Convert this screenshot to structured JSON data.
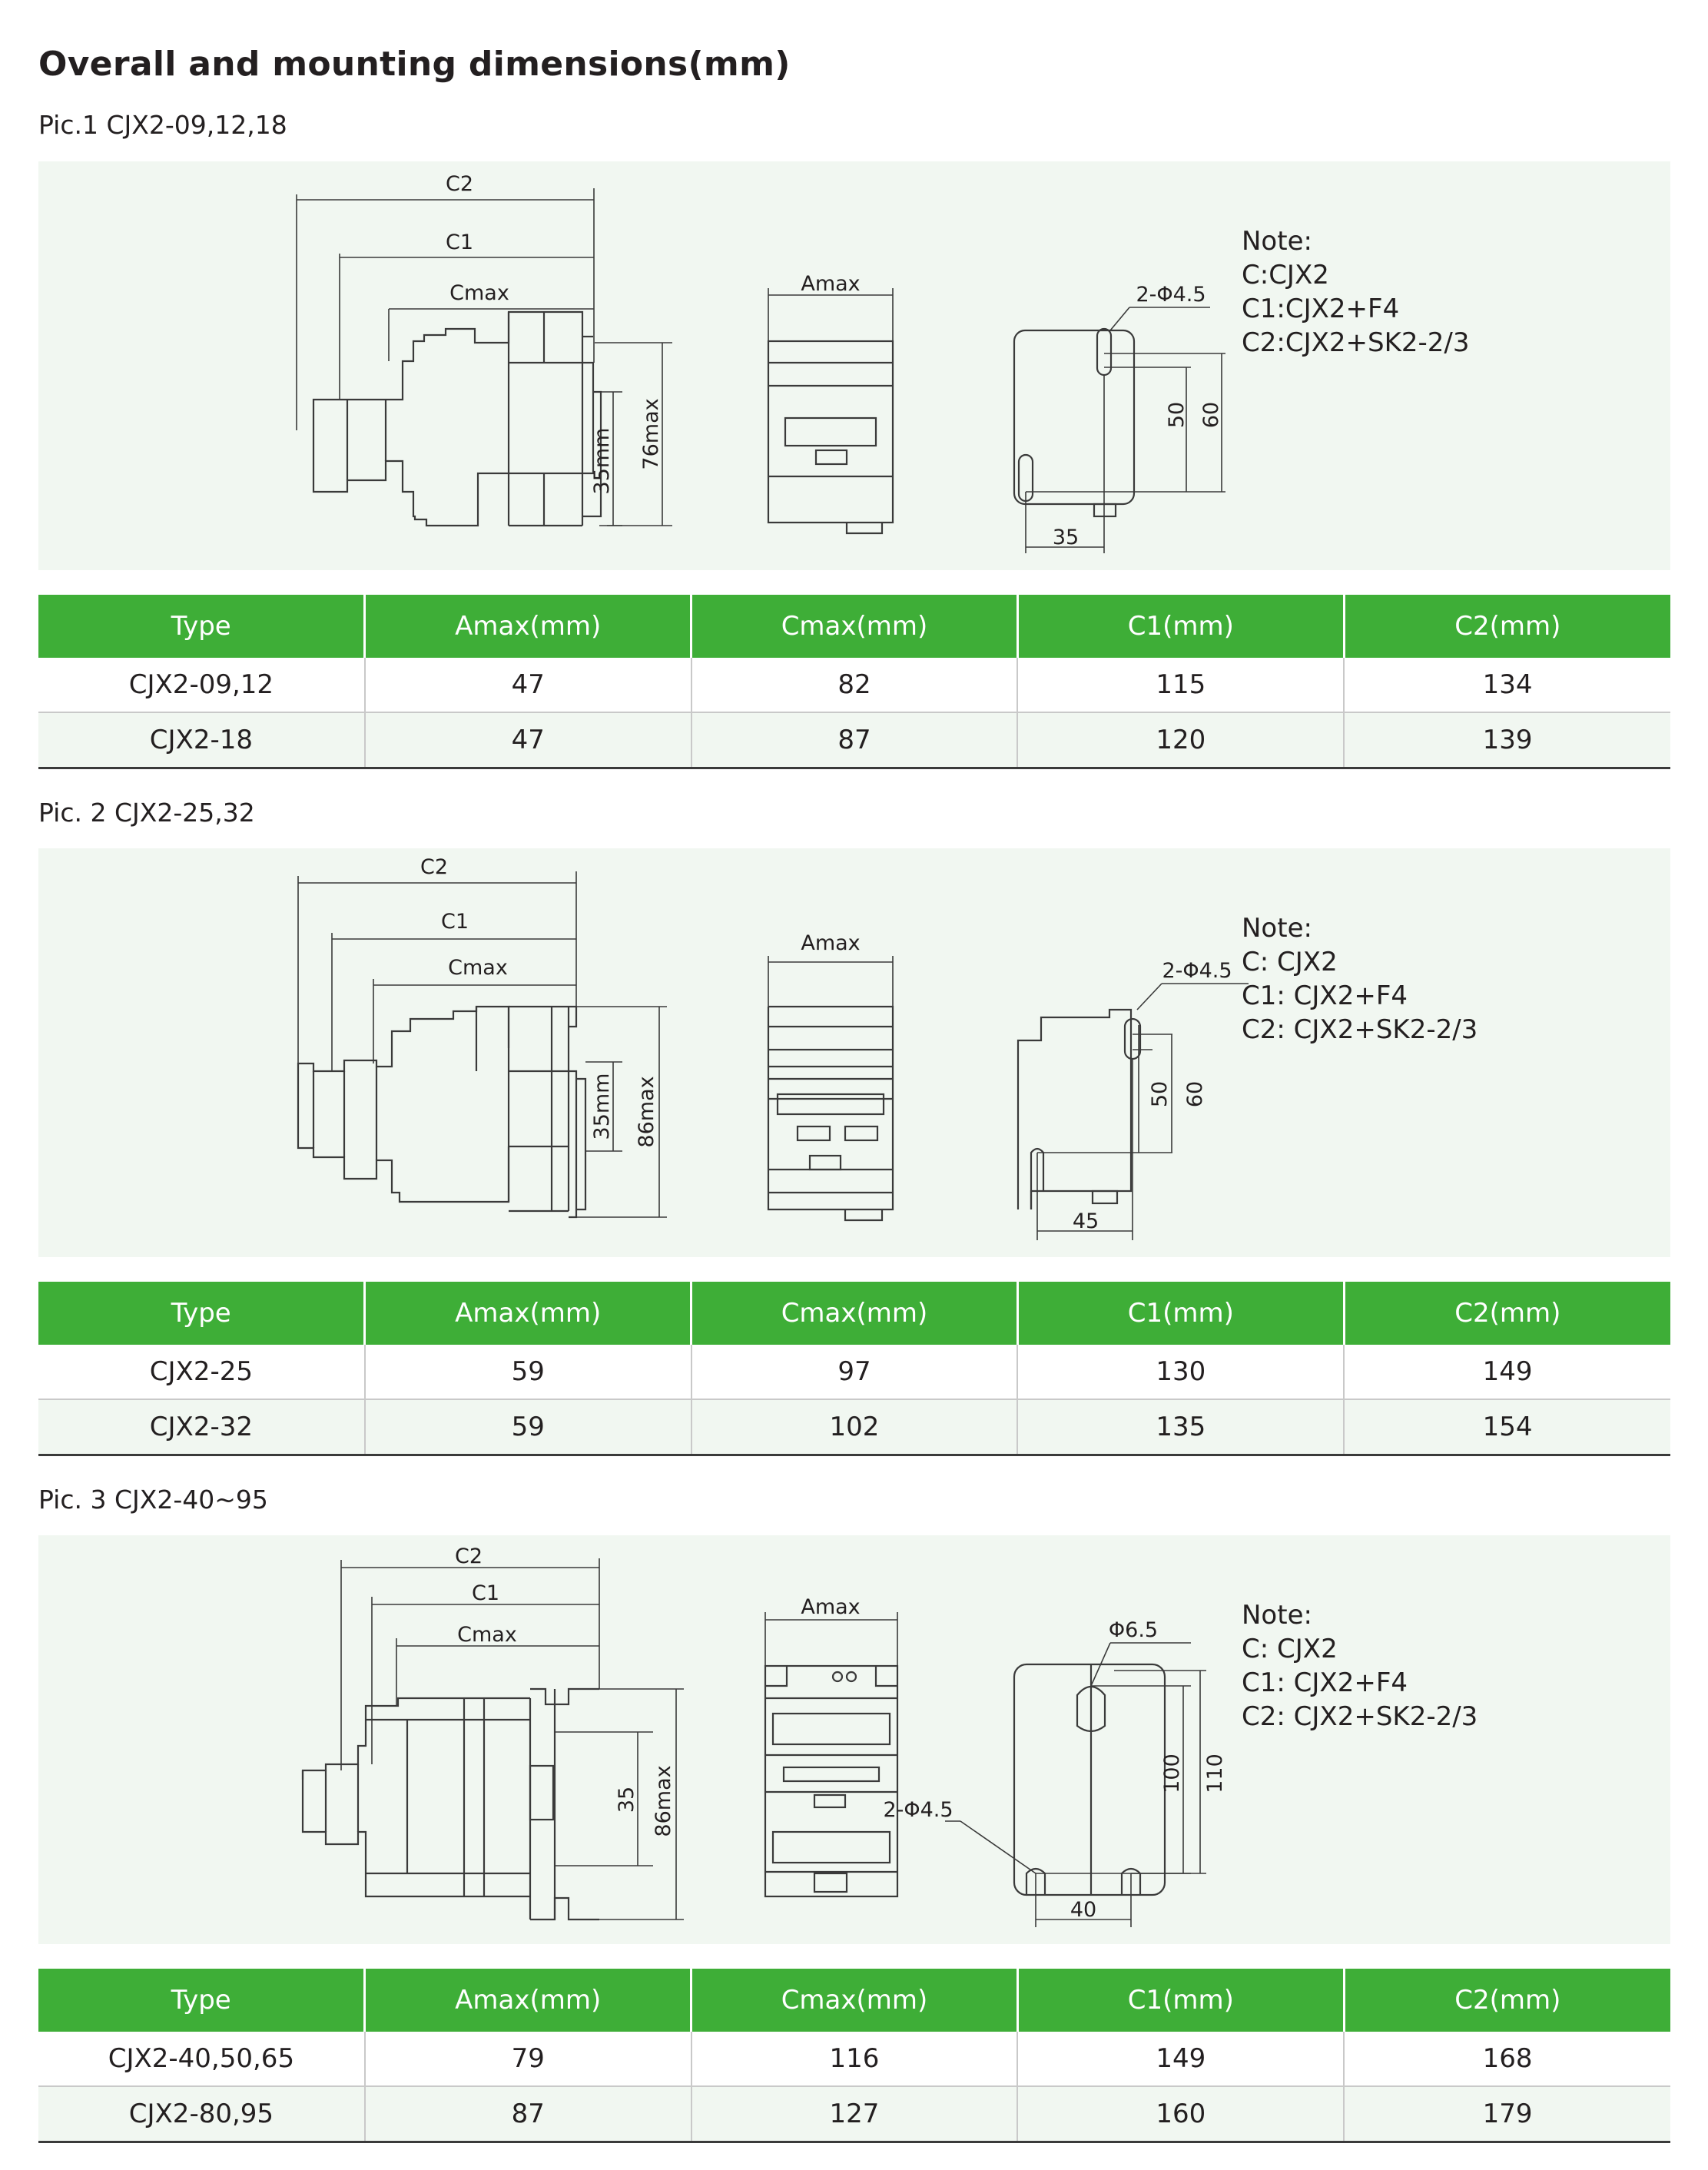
{
  "title": "Overall and mounting dimensions(mm)",
  "sections": [
    {
      "label": "Pic.1 CJX2-09,12,18",
      "drawing": {
        "c2": "C2",
        "c1": "C1",
        "cmax": "Cmax",
        "rail": "35mm",
        "height": "76max",
        "amax": "Amax",
        "hole": "2-Φ4.5",
        "v1": "50",
        "v2": "60",
        "h": "35"
      },
      "note": [
        "Note:",
        "C:CJX2",
        "C1:CJX2+F4",
        "C2:CJX2+SK2-2/3"
      ],
      "headers": [
        "Type",
        "Amax(mm)",
        "Cmax(mm)",
        "C1(mm)",
        "C2(mm)"
      ],
      "rows": [
        [
          "CJX2-09,12",
          "47",
          "82",
          "115",
          "134"
        ],
        [
          "CJX2-18",
          "47",
          "87",
          "120",
          "139"
        ]
      ]
    },
    {
      "label": "Pic. 2  CJX2-25,32",
      "drawing": {
        "c2": "C2",
        "c1": "C1",
        "cmax": "Cmax",
        "rail": "35mm",
        "height": "86max",
        "amax": "Amax",
        "hole": "2-Φ4.5",
        "v1": "50",
        "v2": "60",
        "h": "45"
      },
      "note": [
        "Note:",
        "C: CJX2",
        "C1: CJX2+F4",
        "C2: CJX2+SK2-2/3"
      ],
      "headers": [
        "Type",
        "Amax(mm)",
        "Cmax(mm)",
        "C1(mm)",
        "C2(mm)"
      ],
      "rows": [
        [
          "CJX2-25",
          "59",
          "97",
          "130",
          "149"
        ],
        [
          "CJX2-32",
          "59",
          "102",
          "135",
          "154"
        ]
      ]
    },
    {
      "label": "Pic. 3  CJX2-40~95",
      "drawing": {
        "c2": "C2",
        "c1": "C1",
        "cmax": "Cmax",
        "rail": "35",
        "height": "86max",
        "amax": "Amax",
        "hole_top": "Φ6.5",
        "hole": "2-Φ4.5",
        "v1": "100",
        "v2": "110",
        "h": "40"
      },
      "note": [
        "Note:",
        "C: CJX2",
        "C1: CJX2+F4",
        "C2: CJX2+SK2-2/3"
      ],
      "headers": [
        "Type",
        "Amax(mm)",
        "Cmax(mm)",
        "C1(mm)",
        "C2(mm)"
      ],
      "rows": [
        [
          "CJX2-40,50,65",
          "79",
          "116",
          "149",
          "168"
        ],
        [
          "CJX2-80,95",
          "87",
          "127",
          "160",
          "179"
        ]
      ]
    }
  ]
}
